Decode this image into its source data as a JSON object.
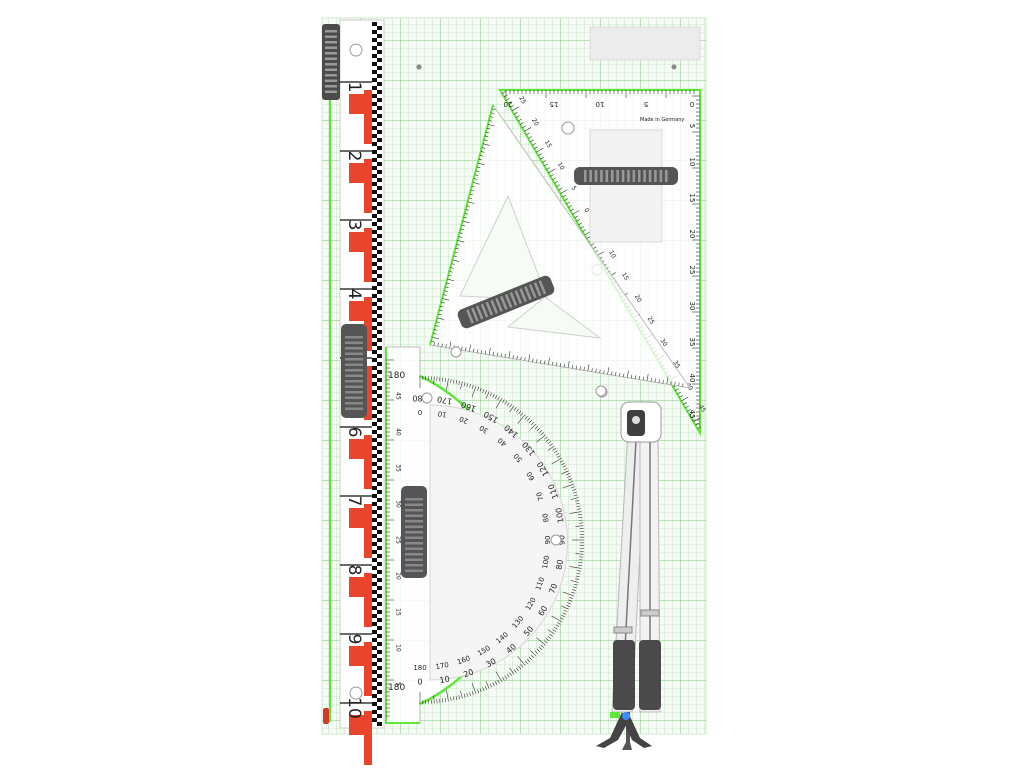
{
  "colors": {
    "grid_line": "#9fd89f",
    "grid_bg": "#f7fbf5",
    "highlight": "#5ee63a",
    "ruler_red": "#e8452c",
    "ruler_black": "#111111",
    "plastic": "#ffffff",
    "handle": "#5a5a5a"
  },
  "ruler": {
    "numbers": [
      "1",
      "2",
      "3",
      "4",
      "5",
      "6",
      "7",
      "8",
      "9",
      "10"
    ]
  },
  "set_square": {
    "label": "Made in Germany",
    "top_scale": [
      "20",
      "15",
      "10",
      "5",
      "0"
    ],
    "side_scale": [
      "5",
      "10",
      "15",
      "20",
      "25",
      "30",
      "35",
      "40",
      "45"
    ],
    "hyp_scale": [
      "25",
      "20",
      "15",
      "10",
      "5",
      "0",
      "5",
      "10",
      "15",
      "20",
      "25",
      "30",
      "35",
      "40",
      "45"
    ]
  },
  "protractor": {
    "outer_scale": [
      "180",
      "170",
      "160",
      "150",
      "140",
      "130",
      "120",
      "110",
      "100",
      "90",
      "80",
      "70",
      "60",
      "50",
      "40",
      "30",
      "20",
      "10",
      "0"
    ],
    "inner_scale": [
      "0",
      "10",
      "20",
      "30",
      "40",
      "50",
      "60",
      "70",
      "80",
      "90",
      "100",
      "110",
      "120",
      "130",
      "140",
      "150",
      "160",
      "170",
      "180"
    ],
    "edge_scale": [
      "45",
      "40",
      "35",
      "30",
      "25",
      "20",
      "15",
      "10",
      "5"
    ],
    "top_left_label": "180",
    "bottom_left_label": "180"
  },
  "compass": {}
}
